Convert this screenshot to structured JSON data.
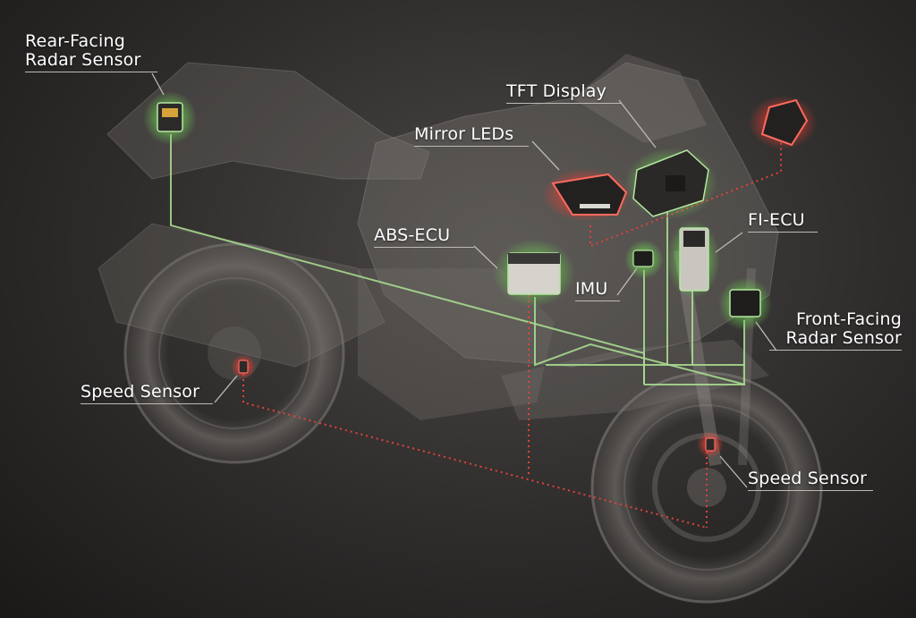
{
  "labels": {
    "rear_radar": [
      "Rear-Facing",
      "Radar Sensor"
    ],
    "tft_display": "TFT Display",
    "mirror_leds": "Mirror LEDs",
    "abs_ecu": "ABS-ECU",
    "fi_ecu": "FI-ECU",
    "imu": "IMU",
    "front_radar": [
      "Front-Facing",
      "Radar Sensor"
    ],
    "speed_sensor_rear": "Speed Sensor",
    "speed_sensor_front": "Speed Sensor"
  },
  "colors": {
    "network_green": "#a6d98e",
    "network_red": "#e0433b",
    "glow_green": "#7fd86a",
    "glow_red": "#ff4038"
  }
}
